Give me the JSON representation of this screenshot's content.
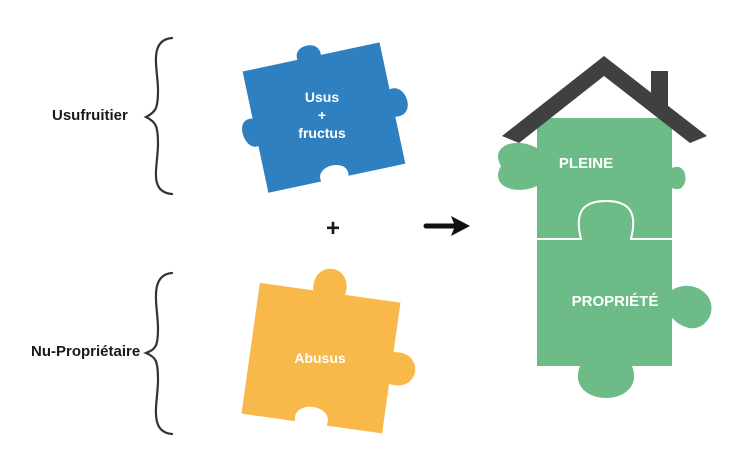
{
  "labels": {
    "usufruitier": "Usufruitier",
    "nu_proprietaire": "Nu-Propriétaire",
    "plus": "+"
  },
  "pieces": {
    "blue": {
      "line1": "Usus",
      "line2": "+",
      "line3": "fructus",
      "color": "#2f80c0"
    },
    "yellow": {
      "text": "Abusus",
      "color": "#f9b94a"
    }
  },
  "house": {
    "top_label": "PLEINE",
    "bottom_label": "PROPRIÉTÉ",
    "body_color": "#6dbb86",
    "roof_color": "#404040"
  },
  "icons": {
    "arrow": "arrow-right-icon",
    "brace": "curly-brace-icon"
  }
}
